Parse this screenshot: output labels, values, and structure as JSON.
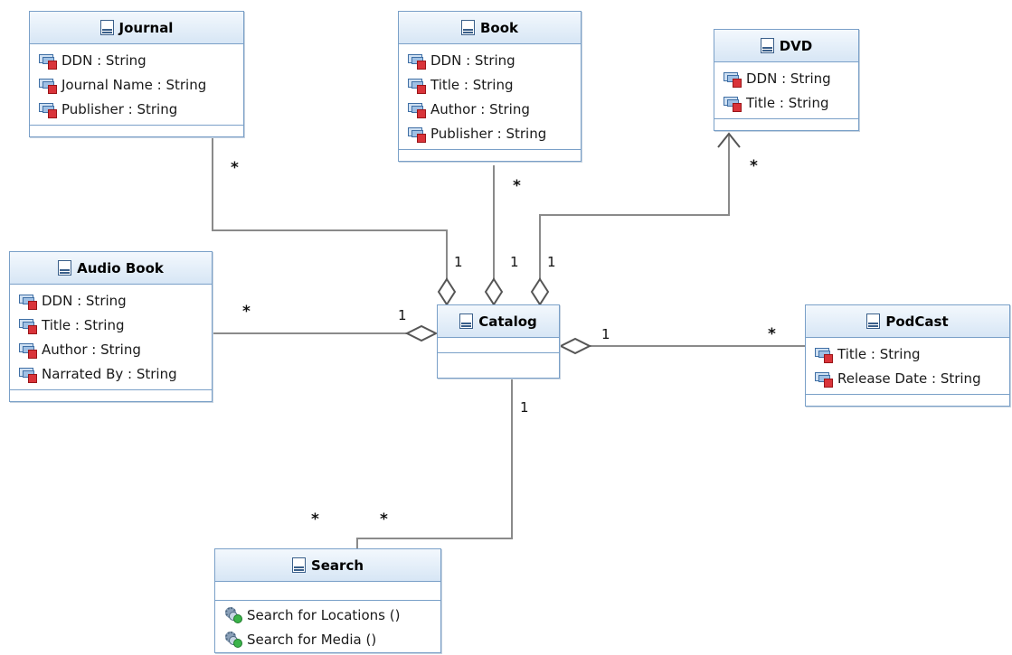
{
  "diagram": {
    "classes": {
      "journal": {
        "name": "Journal",
        "attributes": [
          "DDN : String",
          "Journal Name : String",
          "Publisher : String"
        ]
      },
      "book": {
        "name": "Book",
        "attributes": [
          "DDN : String",
          "Title : String",
          "Author : String",
          "Publisher : String"
        ]
      },
      "dvd": {
        "name": "DVD",
        "attributes": [
          "DDN : String",
          "Title : String"
        ]
      },
      "audio_book": {
        "name": "Audio Book",
        "attributes": [
          "DDN : String",
          "Title : String",
          "Author : String",
          "Narrated By : String"
        ]
      },
      "catalog": {
        "name": "Catalog",
        "attributes": []
      },
      "podcast": {
        "name": "PodCast",
        "attributes": [
          "Title : String",
          "Release Date : String"
        ]
      },
      "search": {
        "name": "Search",
        "operations": [
          "Search for Locations ()",
          "Search for Media ()"
        ]
      }
    },
    "associations": [
      {
        "from": "Catalog",
        "to": "Journal",
        "kind": "aggregation",
        "catalog_multiplicity": "1",
        "other_multiplicity": "*"
      },
      {
        "from": "Catalog",
        "to": "Book",
        "kind": "aggregation",
        "catalog_multiplicity": "1",
        "other_multiplicity": "*"
      },
      {
        "from": "Catalog",
        "to": "DVD",
        "kind": "aggregation-navigable",
        "catalog_multiplicity": "1",
        "other_multiplicity": "*"
      },
      {
        "from": "Catalog",
        "to": "Audio Book",
        "kind": "aggregation",
        "catalog_multiplicity": "1",
        "other_multiplicity": "*"
      },
      {
        "from": "Catalog",
        "to": "PodCast",
        "kind": "aggregation",
        "catalog_multiplicity": "1",
        "other_multiplicity": "*"
      },
      {
        "from": "Catalog",
        "to": "Search",
        "kind": "association",
        "catalog_multiplicity": "1",
        "other_multiplicity": "*"
      }
    ],
    "multiplicity_labels": {
      "journal_many": "*",
      "journal_one": "1",
      "book_many": "*",
      "book_one": "1",
      "dvd_many": "*",
      "dvd_one": "1",
      "audio_many": "*",
      "audio_one": "1",
      "podcast_many": "*",
      "podcast_one": "1",
      "search_one": "1",
      "search_many_a": "*",
      "search_many_b": "*"
    },
    "colors": {
      "line": "#8a8a8a",
      "class_border": "#7aa0c8",
      "header_gradient_top": "#f3f8fd",
      "header_gradient_bottom": "#d7e6f5"
    }
  }
}
